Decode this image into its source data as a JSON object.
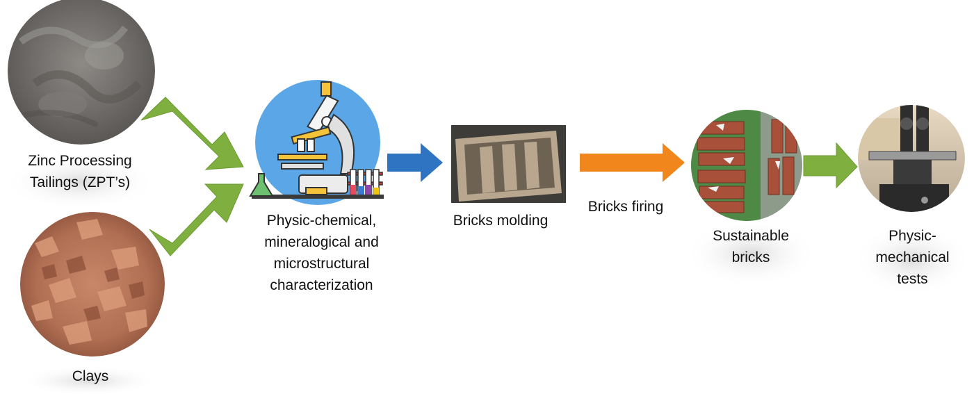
{
  "stages": {
    "zpt": {
      "line1": "Zinc Processing",
      "line2": "Tailings (ZPT’s)"
    },
    "clays": {
      "label": "Clays"
    },
    "characterization": {
      "line1": "Physic-chemical,",
      "line2": "mineralogical and",
      "line3": "microstructural",
      "line4": "characterization"
    },
    "molding": {
      "label": "Bricks molding"
    },
    "firing": {
      "label": "Bricks firing"
    },
    "sustainable": {
      "line1": "Sustainable",
      "line2": "bricks"
    },
    "tests": {
      "line1": "Physic-",
      "line2": "mechanical",
      "line3": "tests"
    }
  },
  "arrow_colors": {
    "green": "#7fb03f",
    "blue": "#2e74c3",
    "orange": "#f0861c"
  }
}
